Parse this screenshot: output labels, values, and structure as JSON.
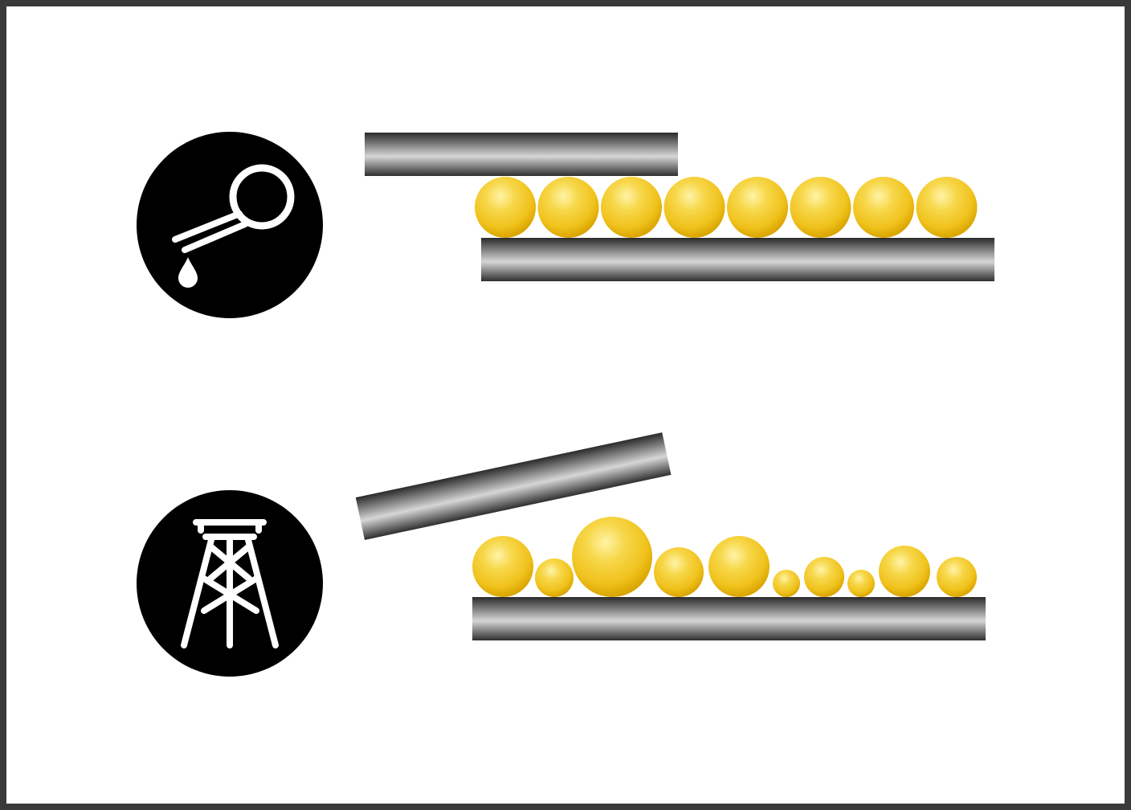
{
  "colors": {
    "frame_border": "#3a3a3a",
    "background": "#ffffff",
    "icon_circle": "#000000",
    "icon_glyph": "#ffffff",
    "plate_dark": "#2a2a2a",
    "plate_light": "#d6d6d6",
    "ball_highlight": "#fff4a8",
    "ball_mid": "#f5cf2e",
    "ball_edge": "#d9a400"
  },
  "panels": [
    {
      "id": "synthetic",
      "icon": "flask-pouring-drop-icon",
      "top_plate": "level",
      "ball_sizes": "uniform",
      "ball_count": 8
    },
    {
      "id": "mineral",
      "icon": "oil-derrick-icon",
      "top_plate": "tilted",
      "ball_sizes": "irregular",
      "ball_count": 10
    }
  ]
}
